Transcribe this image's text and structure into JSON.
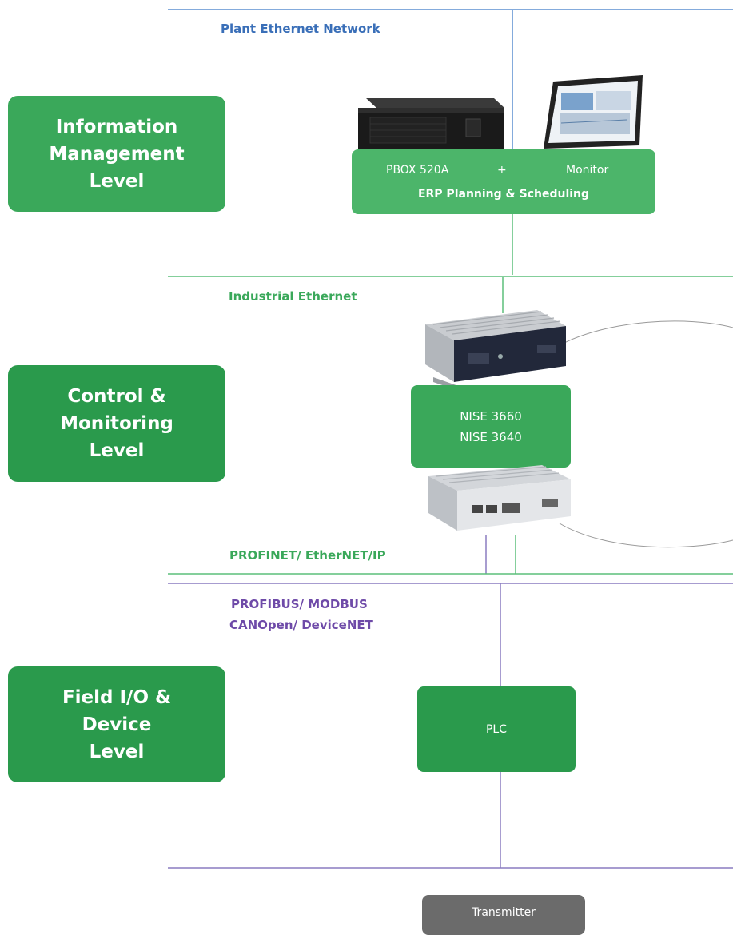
{
  "levels": {
    "information": "Information\nManagement\nLevel",
    "control": "Control &\nMonitoring\nLevel",
    "field": "Field I/O &\nDevice\nLevel"
  },
  "networks": {
    "plant": "Plant Ethernet Network",
    "industrial": "Industrial Ethernet",
    "profinet": "PROFINET/ EtherNET/IP",
    "fieldbus_line1": "PROFIBUS/ MODBUS",
    "fieldbus_line2": "CANOpen/ DeviceNET"
  },
  "devices": {
    "pbox": "PBOX 520A",
    "plus": "+",
    "monitor": "Monitor",
    "erp": "ERP Planning & Scheduling",
    "nise1": "NISE 3660",
    "nise2": "NISE 3640",
    "plc": "PLC",
    "transmitter": "Transmitter"
  },
  "colors": {
    "level_light": "#3aa85a",
    "level_dark": "#2a9a4c",
    "blue_line": "#5b8fd0",
    "green_line": "#5cbf7a",
    "purple_line": "#8a7cc0",
    "transmitter": "#6b6b6b"
  }
}
